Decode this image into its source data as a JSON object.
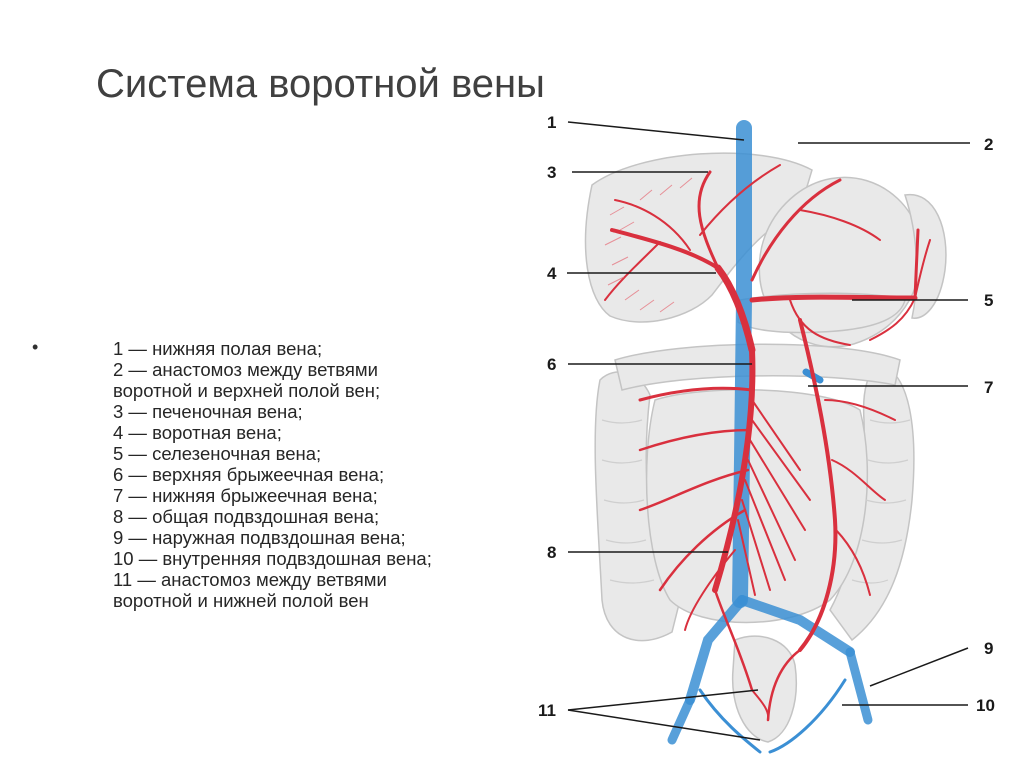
{
  "slide": {
    "title": "Система воротной вены",
    "bullet_symbol": "•"
  },
  "legend": [
    "1 — нижняя полая вена;",
    "2 — анастомоз между ветвями",
    "воротной и верхней полой вен;",
    "3 — печеночная вена;",
    "4 — воротная вена;",
    "5 — селезеночная вена;",
    "6 — верхняя брыжеечная вена;",
    "7 — нижняя брыжеечная вена;",
    "8 — общая подвздошная вена;",
    "9 — наружная подвздошная вена;",
    "10 — внутренняя подвздошная вена;",
    "11 — анастомоз между ветвями",
    "воротной и нижней полой вен"
  ],
  "figure": {
    "callouts": [
      "1",
      "2",
      "3",
      "4",
      "5",
      "6",
      "7",
      "8",
      "9",
      "10",
      "11"
    ],
    "colors": {
      "portal_veins": "#d9303e",
      "caval_veins": "#3b8fd4",
      "organs": "#e9e9e9",
      "organ_outline": "#c4c4c4",
      "leader_lines": "#1a1a1a"
    }
  }
}
